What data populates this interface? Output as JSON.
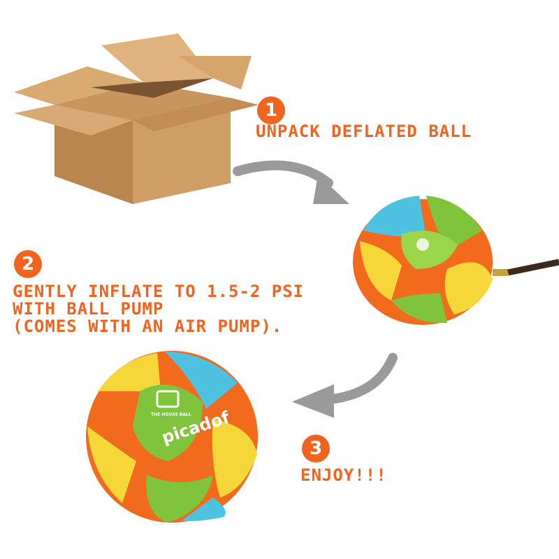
{
  "steps": [
    {
      "number": "1",
      "text": "UNPACK DEFLATED BALL"
    },
    {
      "number": "2",
      "lines": [
        "GENTLY INFLATE TO 1.5-2 PSI",
        "WITH BALL PUMP",
        "(COMES WITH AN AIR PUMP)."
      ]
    },
    {
      "number": "3",
      "text": "ENJOY!!!"
    }
  ],
  "ball": {
    "brand": "picadof",
    "logo_caption": "THE HOUSE BALL"
  },
  "colors": {
    "accent": "#f0641e",
    "arrow": "#9a9a9a",
    "box": "#c99a63",
    "ball_green": "#7fc43a",
    "ball_orange": "#f26b1d",
    "ball_yellow": "#f5d73a",
    "ball_blue": "#4ec2e0"
  },
  "icons": [
    "cardboard-box-icon",
    "arrow-curved-icon",
    "deflated-ball-icon",
    "inflated-ball-icon"
  ]
}
